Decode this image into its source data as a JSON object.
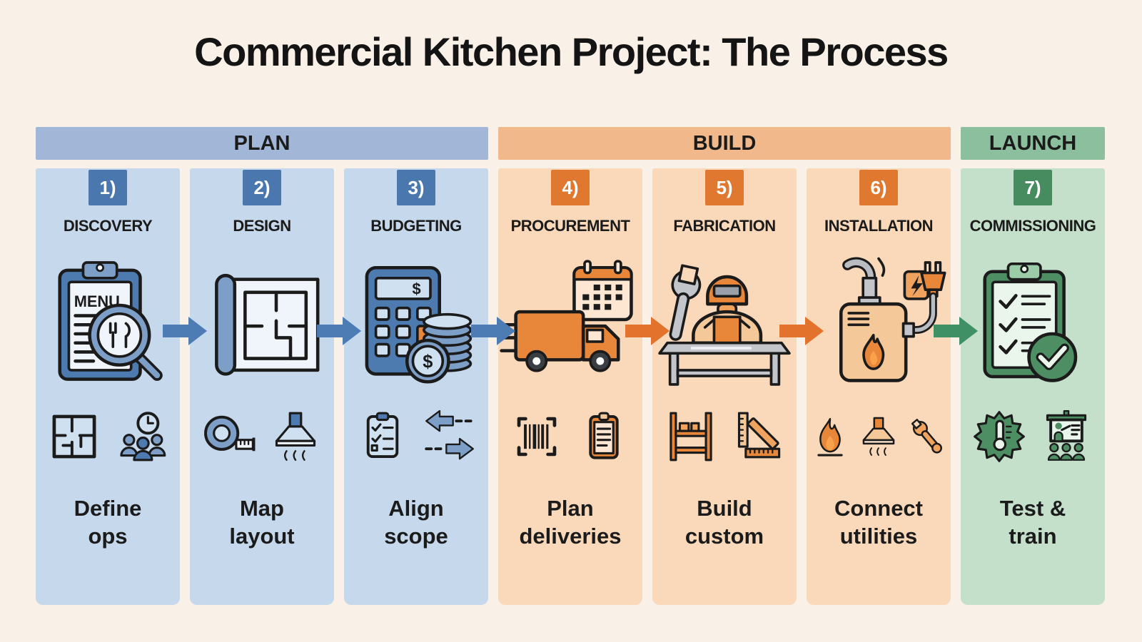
{
  "title": "Commercial Kitchen Project: The Process",
  "phases": [
    {
      "label": "PLAN",
      "stages": "1-3"
    },
    {
      "label": "BUILD",
      "stages": "4-6"
    },
    {
      "label": "LAUNCH",
      "stages": "7"
    }
  ],
  "stages": [
    {
      "number": "1)",
      "name": "DISCOVERY",
      "caption_line1": "Define",
      "caption_line2": "ops",
      "phase": "PLAN",
      "main_icon": "menu-audit-magnifier-icon",
      "sub_icons": [
        "floor-plan-icon",
        "team-clock-icon"
      ],
      "icon_text": {
        "menu_label": "MENU"
      }
    },
    {
      "number": "2)",
      "name": "DESIGN",
      "caption_line1": "Map",
      "caption_line2": "layout",
      "phase": "PLAN",
      "main_icon": "blueprint-floorplan-icon",
      "sub_icons": [
        "tape-measure-icon",
        "exhaust-hood-icon"
      ]
    },
    {
      "number": "3)",
      "name": "BUDGETING",
      "caption_line1": "Align",
      "caption_line2": "scope",
      "phase": "PLAN",
      "main_icon": "calculator-coins-icon",
      "sub_icons": [
        "checklist-icon",
        "exchange-arrows-icon"
      ],
      "icon_text": {
        "display_symbol": "$",
        "coin_symbol": "$"
      }
    },
    {
      "number": "4)",
      "name": "PROCUREMENT",
      "caption_line1": "Plan",
      "caption_line2": "deliveries",
      "phase": "BUILD",
      "main_icon": "delivery-truck-calendar-icon",
      "sub_icons": [
        "barcode-icon",
        "order-clipboard-icon"
      ]
    },
    {
      "number": "5)",
      "name": "FABRICATION",
      "caption_line1": "Build",
      "caption_line2": "custom",
      "phase": "BUILD",
      "main_icon": "welder-worktable-icon",
      "sub_icons": [
        "shelf-rack-icon",
        "angle-ruler-icon"
      ]
    },
    {
      "number": "6)",
      "name": "INSTALLATION",
      "caption_line1": "Connect",
      "caption_line2": "utilities",
      "phase": "BUILD",
      "main_icon": "heater-plug-utilities-icon",
      "sub_icons": [
        "flame-icon",
        "hood-icon",
        "wrench-icon"
      ]
    },
    {
      "number": "7)",
      "name": "COMMISSIONING",
      "caption_line1": "Test &",
      "caption_line2": "train",
      "phase": "LAUNCH",
      "main_icon": "checklist-approved-icon",
      "sub_icons": [
        "thermometer-badge-icon",
        "training-presentation-icon"
      ]
    }
  ],
  "arrows": [
    {
      "from": "DISCOVERY",
      "to": "DESIGN",
      "color": "#4d7cb5"
    },
    {
      "from": "DESIGN",
      "to": "BUDGETING",
      "color": "#4d7cb5"
    },
    {
      "from": "BUDGETING",
      "to": "PROCUREMENT",
      "color": "#4d7cb5"
    },
    {
      "from": "PROCUREMENT",
      "to": "FABRICATION",
      "color": "#e2722c"
    },
    {
      "from": "FABRICATION",
      "to": "INSTALLATION",
      "color": "#e2722c"
    },
    {
      "from": "INSTALLATION",
      "to": "COMMISSIONING",
      "color": "#3f9165"
    }
  ],
  "colors": {
    "page-bg": "#f9f0e7",
    "title-text": "#141414",
    "ink": "#1b1b1b",
    "plan-band": "#a2b6d8",
    "plan-col": "#c6d8ec",
    "plan-badge": "#4977ae",
    "plan-arrow": "#4d7cb5",
    "build-band": "#f1b98b",
    "build-col": "#fad9ba",
    "build-badge": "#e0782f",
    "build-arrow": "#e2722c",
    "launch-band": "#8bbf9d",
    "launch-col": "#c4e0cb",
    "launch-badge": "#478c5e",
    "launch-arrow": "#3f9165"
  }
}
